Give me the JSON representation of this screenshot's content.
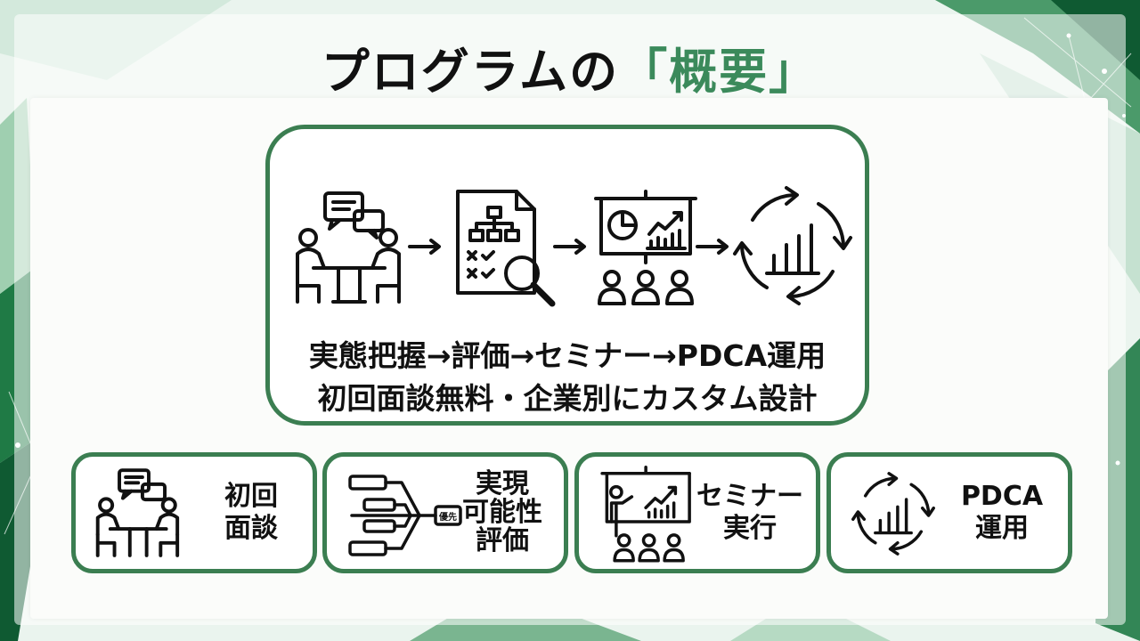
{
  "title": {
    "main": "プログラムの",
    "accent": "「概要」"
  },
  "flow": {
    "line1": "実態把握→評価→セミナー→PDCA運用",
    "line2": "初回面談無料・企業別にカスタム設計"
  },
  "cards": [
    {
      "label": "初回\n面談"
    },
    {
      "label": "実現\n可能性\n評価",
      "badge": "優先"
    },
    {
      "label": "セミナー\n実行"
    },
    {
      "label": "PDCA\n運用"
    }
  ],
  "colors": {
    "accent": "#3b8a5b",
    "border": "#3b7e51",
    "text": "#111111"
  },
  "icons": [
    "meeting-icon",
    "evaluation-icon",
    "seminar-icon",
    "pdca-cycle-icon",
    "arrow-right-icon",
    "fishbone-icon"
  ]
}
